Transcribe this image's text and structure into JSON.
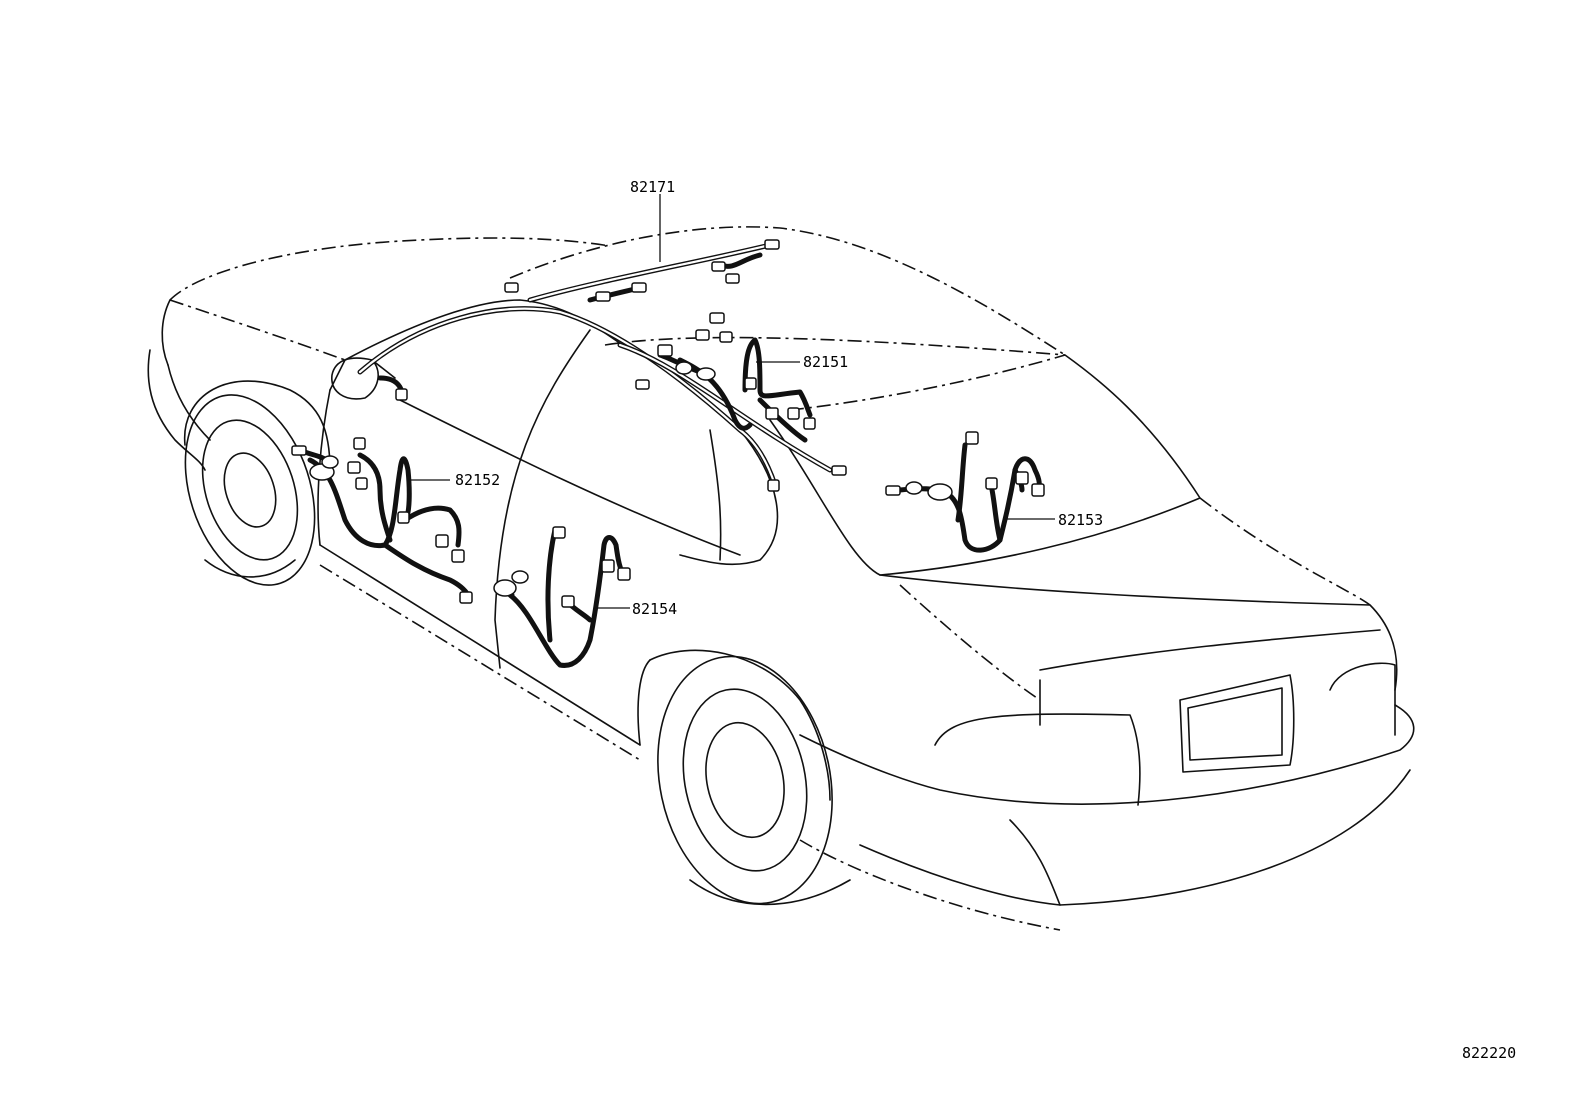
{
  "diagram": {
    "callouts": [
      {
        "id": "roof",
        "text": "82171"
      },
      {
        "id": "front-right",
        "text": "82151"
      },
      {
        "id": "front-left",
        "text": "82152"
      },
      {
        "id": "rear-right",
        "text": "82153"
      },
      {
        "id": "rear-left",
        "text": "82154"
      }
    ],
    "figure_code": "822220"
  }
}
